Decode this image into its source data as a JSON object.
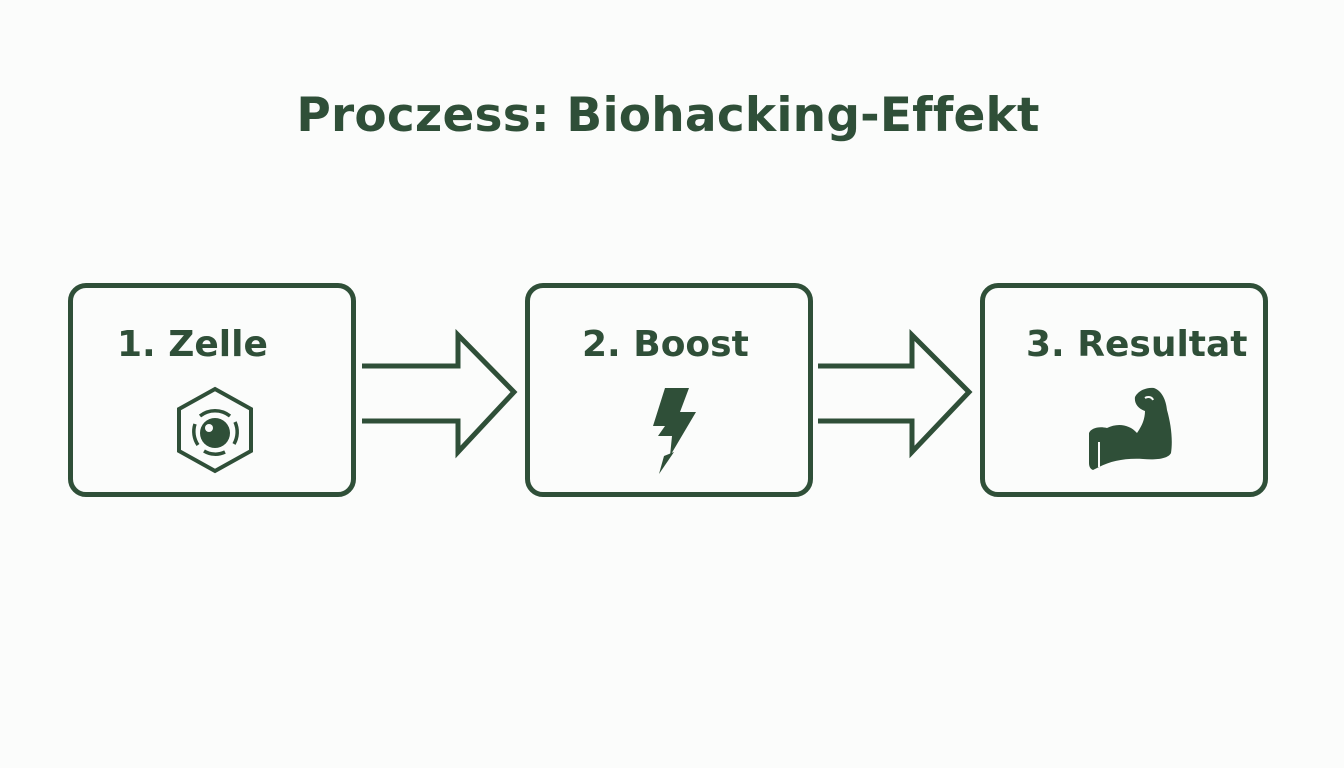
{
  "title": "Proczess: Biohacking-Effekt",
  "colors": {
    "primary": "#2f4f38",
    "background": "#fbfcfb"
  },
  "steps": [
    {
      "label": "1. Zelle",
      "icon": "cell-icon"
    },
    {
      "label": "2. Boost",
      "icon": "lightning-icon"
    },
    {
      "label": "3. Resultat",
      "icon": "flexed-bicep-icon"
    }
  ]
}
